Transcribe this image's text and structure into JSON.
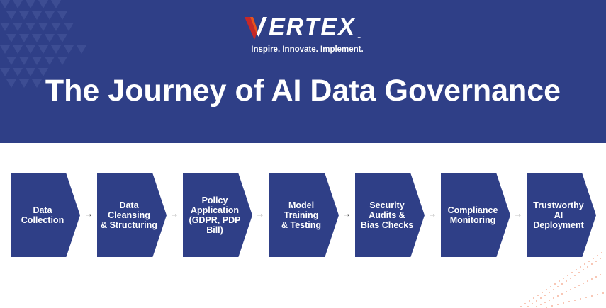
{
  "brand": {
    "logo_text": "ERTEX",
    "tagline": "Inspire. Innovate. Implement.",
    "logo_alt": "VERTEX"
  },
  "header": {
    "title": "The Journey of AI Data Governance"
  },
  "colors": {
    "banner": "#2f3f87",
    "step": "#2f3f87",
    "accent_orange": "#e8521c",
    "accent_red": "#c62828"
  },
  "steps": [
    {
      "label": "Data\nCollection"
    },
    {
      "label": "Data\nCleansing\n& Structuring"
    },
    {
      "label": "Policy\nApplication\n(GDPR, PDP Bill)"
    },
    {
      "label": "Model\nTraining\n& Testing"
    },
    {
      "label": "Security\nAudits &\nBias Checks"
    },
    {
      "label": "Compliance\nMonitoring"
    },
    {
      "label": "Trustworthy\nAI\nDeployment"
    }
  ],
  "arrow_glyph": "→"
}
